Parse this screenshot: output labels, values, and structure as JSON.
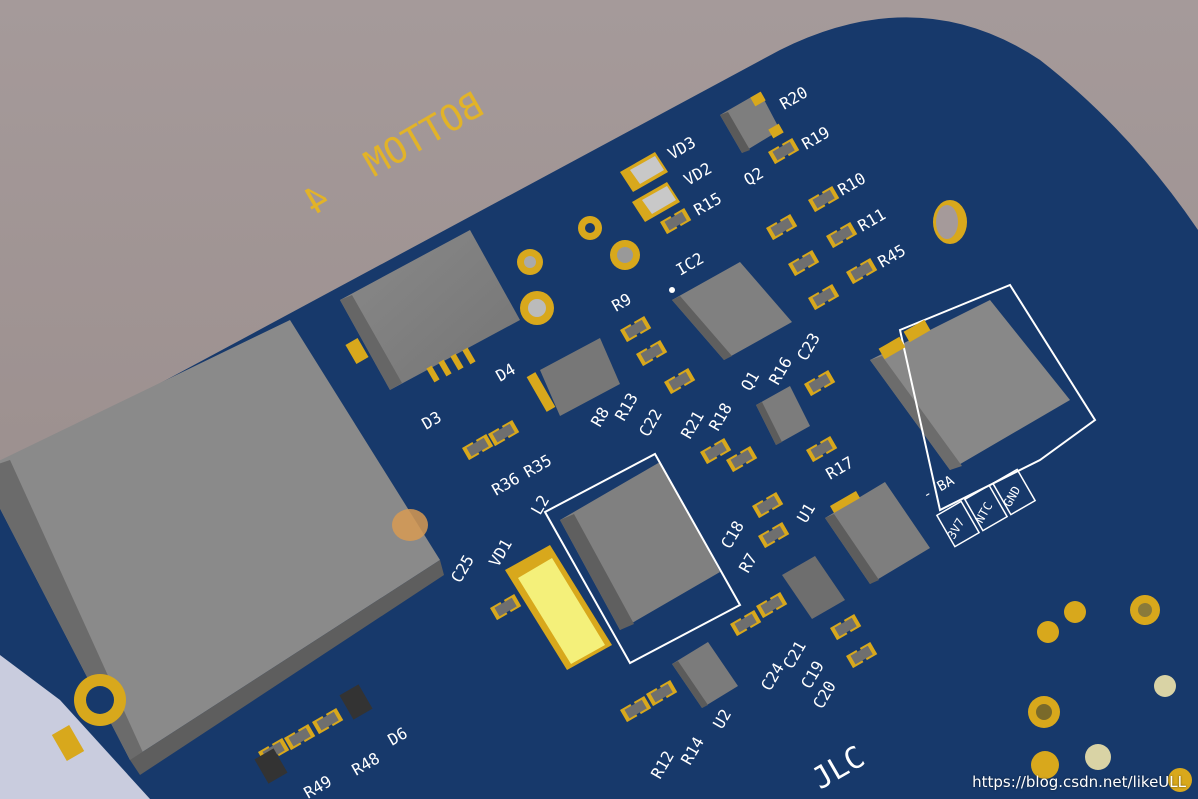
{
  "colors": {
    "background": "#a59a9a",
    "board": "#17396b",
    "pad_gold": "#d8a81c",
    "component_gray": "#7b7b7b",
    "silkscreen": "#ffffff",
    "bottom_text": "#e2b328",
    "diode_yellow": "#f4f07a"
  },
  "layer_label": "BOTTOM",
  "board_labels": {
    "VD3": "VD3",
    "VD2": "VD2",
    "R15": "R15",
    "R20": "R20",
    "R19": "R19",
    "Q2": "Q2",
    "R10": "R10",
    "R11": "R11",
    "R45": "R45",
    "IC2": "IC2",
    "R9": "R9",
    "R8": "R8",
    "R13": "R13",
    "C22": "C22",
    "D3": "D3",
    "D4": "D4",
    "R36": "R36",
    "R35": "R35",
    "R21": "R21",
    "R18": "R18",
    "Q1": "Q1",
    "R16": "R16",
    "C23": "C23",
    "R17": "R17",
    "L2": "L2",
    "C25": "C25",
    "VD1": "VD1",
    "C18": "C18",
    "R7": "R7",
    "U1": "U1",
    "C24": "C24",
    "C21": "C21",
    "C19": "C19",
    "C20": "C20",
    "R12": "R12",
    "R14": "R14",
    "U2": "U2",
    "R49": "R49",
    "R48": "R48",
    "D6": "D6",
    "JLC": "JLC"
  },
  "connector_pins": {
    "pin1": "3V7",
    "pin2": "NTC",
    "pin3": "GND",
    "side_text": "- BA"
  },
  "watermark": "https://blog.csdn.net/likeULL"
}
